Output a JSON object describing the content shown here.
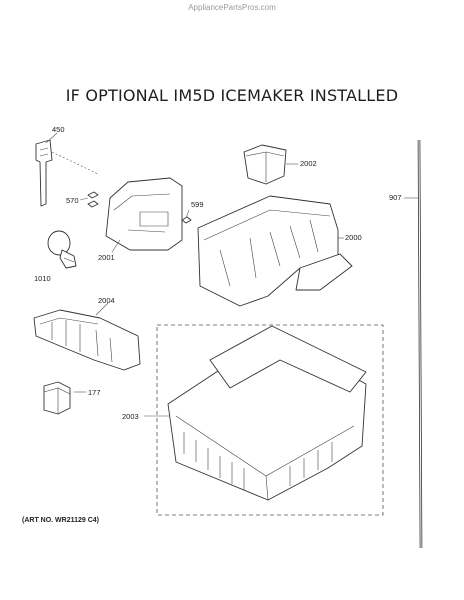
{
  "watermark": "AppliancePartsPros.com",
  "heading": "IF OPTIONAL IM5D ICEMAKER INSTALLED",
  "art_number": "(ART NO. WR21129 C4)",
  "callouts": {
    "c450": "450",
    "c570": "570",
    "c1010": "1010",
    "c2001": "2001",
    "c599": "599",
    "c2002": "2002",
    "c907": "907",
    "c2000": "2000",
    "c2004": "2004",
    "c177": "177",
    "c2003": "2003"
  }
}
